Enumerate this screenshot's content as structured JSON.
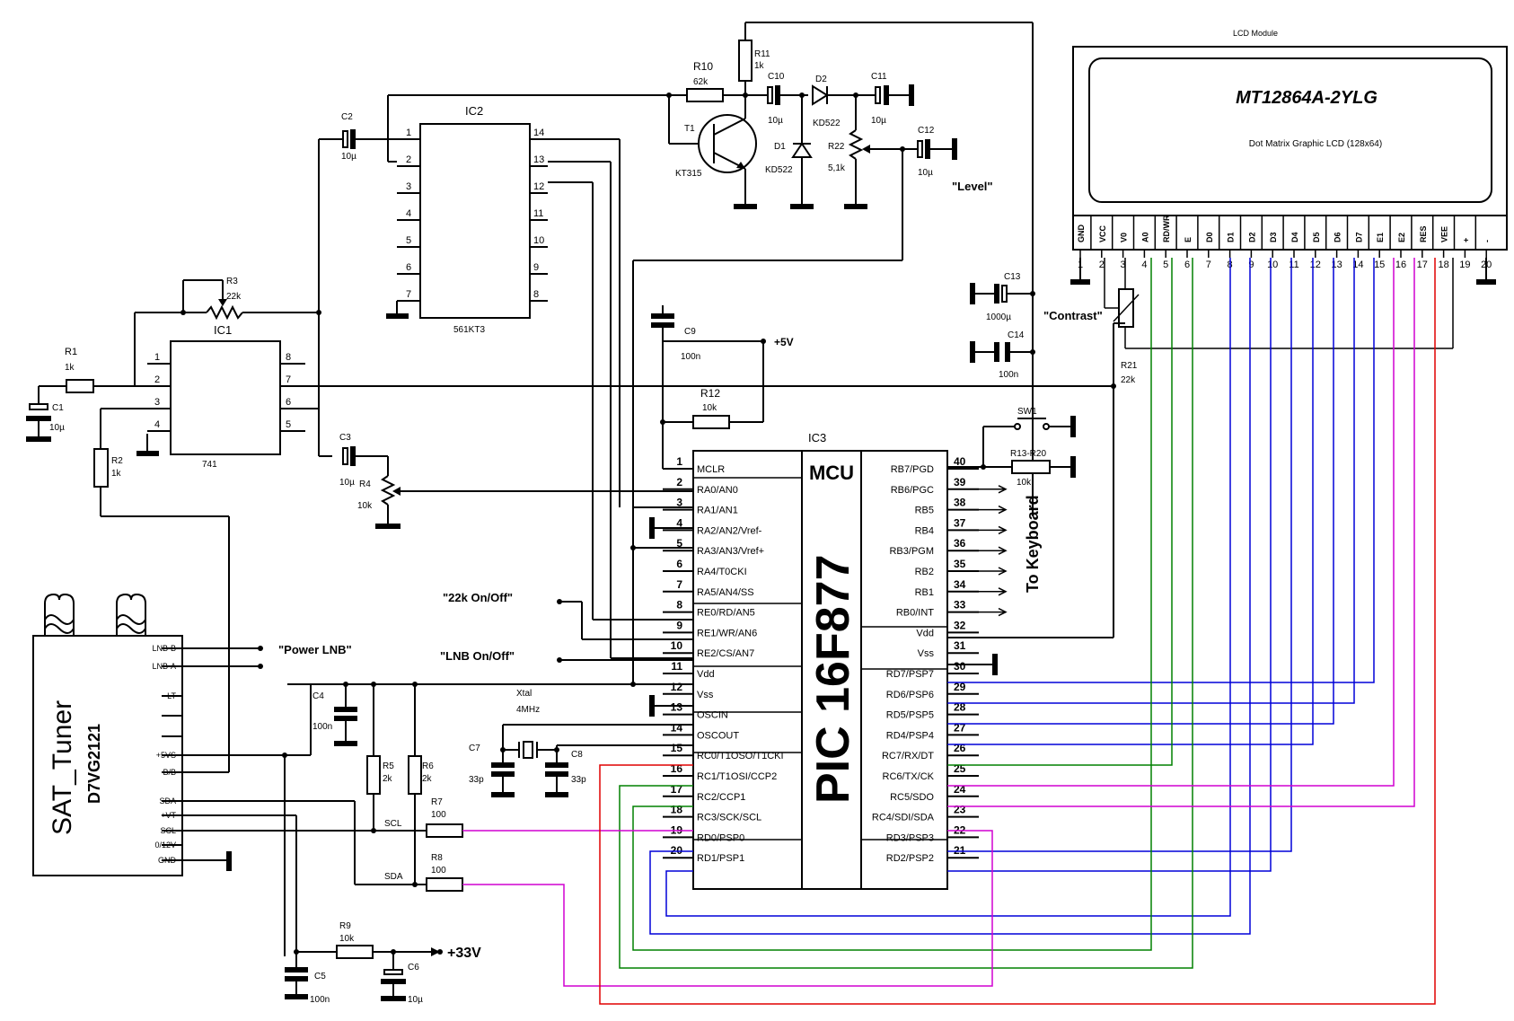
{
  "lcd": {
    "header": "LCD Module",
    "model": "MT12864A-2YLG",
    "description": "Dot Matrix Graphic LCD (128x64)",
    "pin_labels": [
      "GND",
      "VCC",
      "V0",
      "A0",
      "RD/WR",
      "E",
      "D0",
      "D1",
      "D2",
      "D3",
      "D4",
      "D5",
      "D6",
      "D7",
      "E1",
      "E2",
      "RES",
      "VEE",
      "+",
      "-"
    ],
    "pin_numbers": [
      "1",
      "2",
      "3",
      "4",
      "5",
      "6",
      "7",
      "8",
      "9",
      "10",
      "11",
      "12",
      "13",
      "14",
      "15",
      "16",
      "17",
      "18",
      "19",
      "20"
    ]
  },
  "mcu": {
    "ref": "IC3",
    "label": "MCU",
    "name": "PIC 16F877",
    "left_pins": [
      {
        "num": "1",
        "name": "MCLR"
      },
      {
        "num": "2",
        "name": "RA0/AN0"
      },
      {
        "num": "3",
        "name": "RA1/AN1"
      },
      {
        "num": "4",
        "name": "RA2/AN2/Vref-"
      },
      {
        "num": "5",
        "name": "RA3/AN3/Vref+"
      },
      {
        "num": "6",
        "name": "RA4/T0CKI"
      },
      {
        "num": "7",
        "name": "RA5/AN4/SS"
      },
      {
        "num": "8",
        "name": "RE0/RD/AN5"
      },
      {
        "num": "9",
        "name": "RE1/WR/AN6"
      },
      {
        "num": "10",
        "name": "RE2/CS/AN7"
      },
      {
        "num": "11",
        "name": "Vdd"
      },
      {
        "num": "12",
        "name": "Vss"
      },
      {
        "num": "13",
        "name": "OSCIN"
      },
      {
        "num": "14",
        "name": "OSCOUT"
      },
      {
        "num": "15",
        "name": "RC0/T1OSO/T1CKI"
      },
      {
        "num": "16",
        "name": "RC1/T1OSI/CCP2"
      },
      {
        "num": "17",
        "name": "RC2/CCP1"
      },
      {
        "num": "18",
        "name": "RC3/SCK/SCL"
      },
      {
        "num": "19",
        "name": "RD0/PSP0"
      },
      {
        "num": "20",
        "name": "RD1/PSP1"
      }
    ],
    "right_pins": [
      {
        "num": "40",
        "name": "RB7/PGD"
      },
      {
        "num": "39",
        "name": "RB6/PGC"
      },
      {
        "num": "38",
        "name": "RB5"
      },
      {
        "num": "37",
        "name": "RB4"
      },
      {
        "num": "36",
        "name": "RB3/PGM"
      },
      {
        "num": "35",
        "name": "RB2"
      },
      {
        "num": "34",
        "name": "RB1"
      },
      {
        "num": "33",
        "name": "RB0/INT"
      },
      {
        "num": "32",
        "name": "Vdd"
      },
      {
        "num": "31",
        "name": "Vss"
      },
      {
        "num": "30",
        "name": "RD7/PSP7"
      },
      {
        "num": "29",
        "name": "RD6/PSP6"
      },
      {
        "num": "28",
        "name": "RD5/PSP5"
      },
      {
        "num": "27",
        "name": "RD4/PSP4"
      },
      {
        "num": "26",
        "name": "RC7/RX/DT"
      },
      {
        "num": "25",
        "name": "RC6/TX/CK"
      },
      {
        "num": "24",
        "name": "RC5/SDO"
      },
      {
        "num": "23",
        "name": "RC4/SDI/SDA"
      },
      {
        "num": "22",
        "name": "RD3/PSP3"
      },
      {
        "num": "21",
        "name": "RD2/PSP2"
      }
    ]
  },
  "ic2": {
    "ref": "IC2",
    "part": "561KT3",
    "left": [
      "1",
      "2",
      "3",
      "4",
      "5",
      "6",
      "7"
    ],
    "right": [
      "14",
      "13",
      "12",
      "11",
      "10",
      "9",
      "8"
    ]
  },
  "ic1": {
    "ref": "IC1",
    "part": "741",
    "left": [
      "1",
      "2",
      "3",
      "4"
    ],
    "right": [
      "8",
      "7",
      "6",
      "5"
    ]
  },
  "tuner": {
    "name": "SAT_Tuner",
    "model": "D7VG2121",
    "pins": [
      "LNB-B",
      "LNB-A",
      "LT",
      "+5VS",
      "B/B",
      "SDA",
      "+VT",
      "SCL",
      "0/12V",
      "GND"
    ]
  },
  "components": {
    "R1": {
      "ref": "R1",
      "val": "1k"
    },
    "R2": {
      "ref": "R2",
      "val": "1k"
    },
    "R3": {
      "ref": "R3",
      "val": "22k"
    },
    "R4": {
      "ref": "R4",
      "val": "10k"
    },
    "R5": {
      "ref": "R5",
      "val": "2k"
    },
    "R6": {
      "ref": "R6",
      "val": "2k"
    },
    "R7": {
      "ref": "R7",
      "val": "100"
    },
    "R8": {
      "ref": "R8",
      "val": "100"
    },
    "R9": {
      "ref": "R9",
      "val": "10k"
    },
    "R10": {
      "ref": "R10",
      "val": "62k"
    },
    "R11": {
      "ref": "R11",
      "val": "1k"
    },
    "R12": {
      "ref": "R12",
      "val": "10k"
    },
    "R13": {
      "ref": "R13-R20",
      "val": "10k"
    },
    "R21": {
      "ref": "R21",
      "val": "22k"
    },
    "R22": {
      "ref": "R22",
      "val": "5,1k"
    },
    "C1": {
      "ref": "C1",
      "val": "10µ"
    },
    "C2": {
      "ref": "C2",
      "val": "10µ"
    },
    "C3": {
      "ref": "C3",
      "val": "10µ"
    },
    "C4": {
      "ref": "C4",
      "val": "100n"
    },
    "C5": {
      "ref": "C5",
      "val": "100n"
    },
    "C6": {
      "ref": "C6",
      "val": "10µ"
    },
    "C7": {
      "ref": "C7",
      "val": "33p"
    },
    "C8": {
      "ref": "C8",
      "val": "33p"
    },
    "C9": {
      "ref": "C9",
      "val": "100n"
    },
    "C10": {
      "ref": "C10",
      "val": "10µ"
    },
    "C11": {
      "ref": "C11",
      "val": "10µ"
    },
    "C12": {
      "ref": "C12",
      "val": "10µ"
    },
    "C13": {
      "ref": "C13",
      "val": "1000µ"
    },
    "C14": {
      "ref": "C14",
      "val": "100n"
    },
    "T1": {
      "ref": "T1",
      "val": "KT315"
    },
    "D1": {
      "ref": "D1",
      "val": "KD522"
    },
    "D2": {
      "ref": "D2",
      "val": "KD522"
    },
    "XT": {
      "ref": "Xtal",
      "val": "4MHz"
    },
    "SW1": {
      "ref": "SW1"
    }
  },
  "labels": {
    "level": "\"Level\"",
    "contrast": "\"Contrast\"",
    "vcc": "+5V",
    "v33": "+33V",
    "power_lnb": "\"Power LNB\"",
    "k22": "\"22k On/Off\"",
    "lnb_onoff": "\"LNB On/Off\"",
    "keyboard": "To Keyboard",
    "scl": "SCL",
    "sda": "SDA"
  }
}
